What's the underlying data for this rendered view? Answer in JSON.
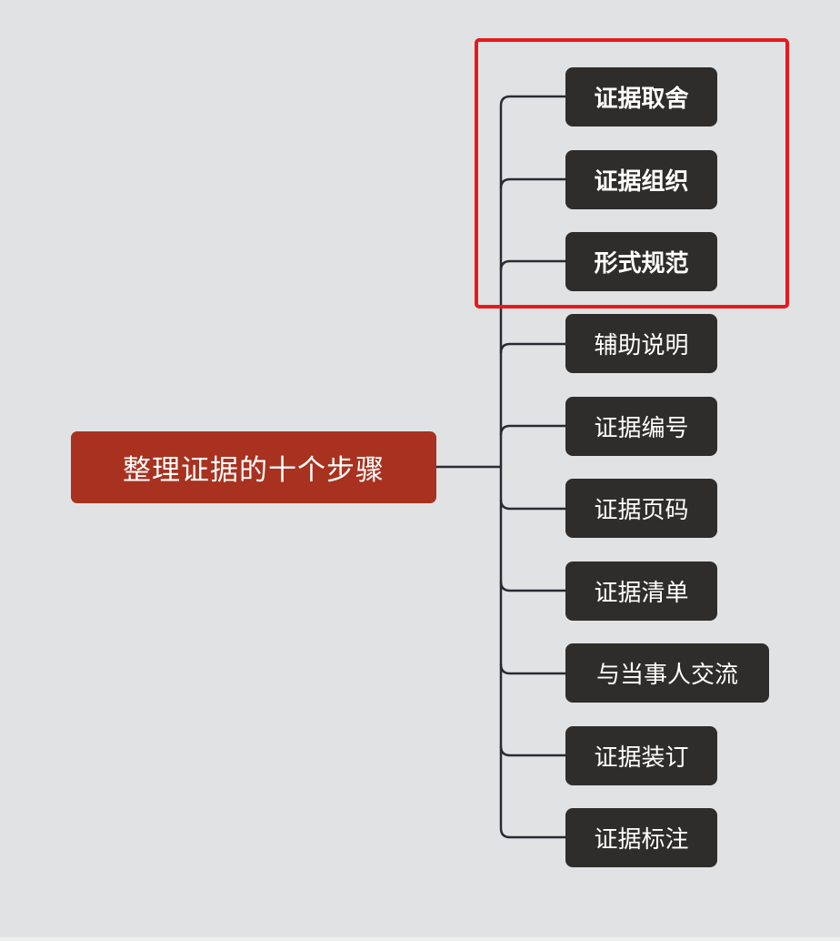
{
  "diagram": {
    "type": "mind-map",
    "root": {
      "label": "整理证据的十个步骤",
      "color": "#a8321f"
    },
    "branch_color": "#2f2d2b",
    "line_color": "#2b2a33",
    "highlight_color": "#e8191d",
    "children": [
      {
        "label": "证据取舍",
        "bold": true,
        "highlighted": true
      },
      {
        "label": "证据组织",
        "bold": true,
        "highlighted": true
      },
      {
        "label": "形式规范",
        "bold": true,
        "highlighted": true
      },
      {
        "label": "辅助说明",
        "bold": false,
        "highlighted": false
      },
      {
        "label": "证据编号",
        "bold": false,
        "highlighted": false
      },
      {
        "label": "证据页码",
        "bold": false,
        "highlighted": false
      },
      {
        "label": "证据清单",
        "bold": false,
        "highlighted": false
      },
      {
        "label": "与当事人交流",
        "bold": false,
        "highlighted": false
      },
      {
        "label": "证据装订",
        "bold": false,
        "highlighted": false
      },
      {
        "label": "证据标注",
        "bold": false,
        "highlighted": false
      }
    ]
  }
}
